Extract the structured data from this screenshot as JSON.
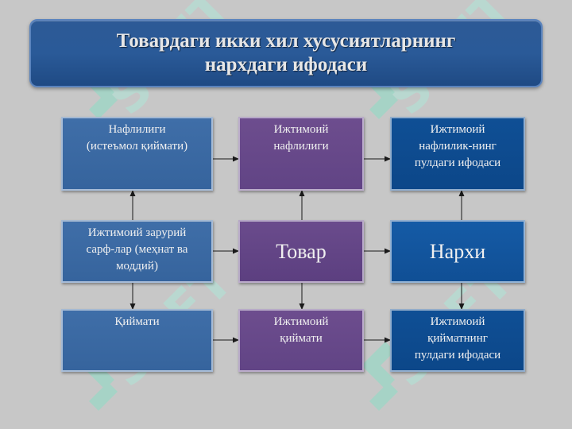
{
  "title": {
    "line1": "Товардаги икки хил хусусиятларнинг",
    "line2": "нархдаги ифодаси"
  },
  "boxes": {
    "utility": {
      "line1": "Нафлилиги",
      "line2": "(истеъмол қиймати)"
    },
    "social_utility": {
      "line1": "Ижтимоий",
      "line2": "нафлилиги"
    },
    "social_utility_money": {
      "line1": "Ижтимоий",
      "line2": "нафлилик-нинг",
      "line3": "пулдаги ифодаси"
    },
    "social_costs": {
      "line1": "Ижтимоий зарурий",
      "line2": "сарф-лар (меҳнат ва",
      "line3": "моддий)"
    },
    "goods": {
      "label": "Товар"
    },
    "price": {
      "label": "Нархи"
    },
    "value": {
      "label": "Қиймати"
    },
    "social_value": {
      "line1": "Ижтимоий",
      "line2": "қиймати"
    },
    "social_value_money": {
      "line1": "Ижтимоий",
      "line2": "қийматнинг",
      "line3": "пулдаги ифодаси"
    }
  },
  "watermark": {
    "text": "SOFT"
  },
  "colors": {
    "background": "#c7c7c7",
    "banner": "#2a5a98",
    "light_blue_box": "#3a6aa3",
    "purple_box": "#664889",
    "deep_blue_box": "#0e4b90",
    "text": "#f0f0f0",
    "arrow": "#1a1a1a",
    "watermark": "#b5ded3"
  }
}
